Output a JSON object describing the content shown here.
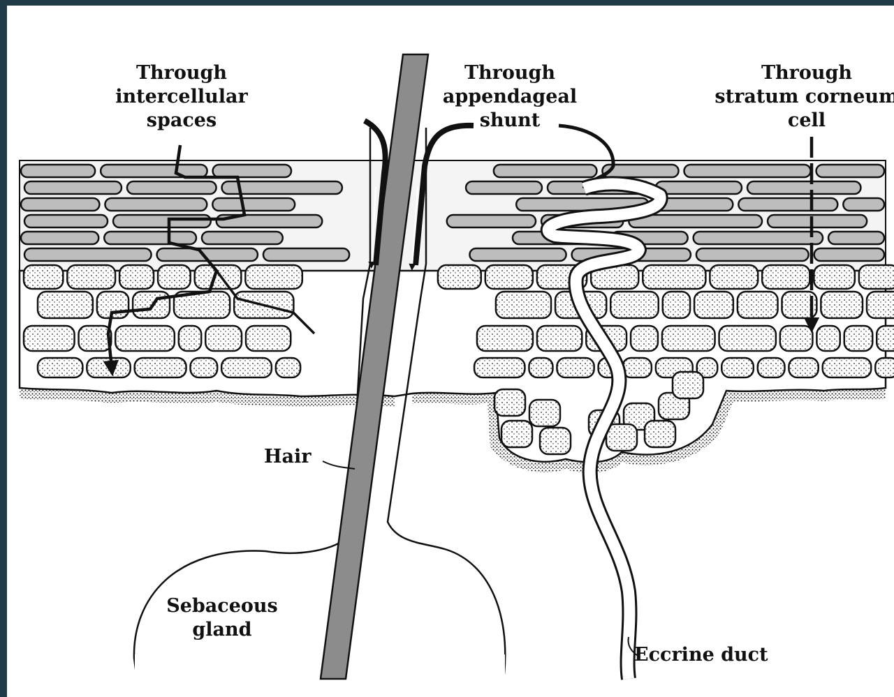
{
  "labels": {
    "intercellular": [
      "Through",
      "intercellular",
      "spaces"
    ],
    "appendageal": [
      "Through",
      "appendageal",
      "shunt"
    ],
    "stratum": [
      "Through",
      "stratum corneum",
      "cell"
    ],
    "hair": "Hair",
    "sebaceous": [
      "Sebaceous",
      "gland"
    ],
    "eccrine": "Eccrine duct"
  },
  "colors": {
    "frame": "#1e3a47",
    "paper": "#ffffff",
    "ink": "#111111",
    "cell_fill": "#bdbdbd",
    "hair_fill": "#8c8c8c"
  }
}
